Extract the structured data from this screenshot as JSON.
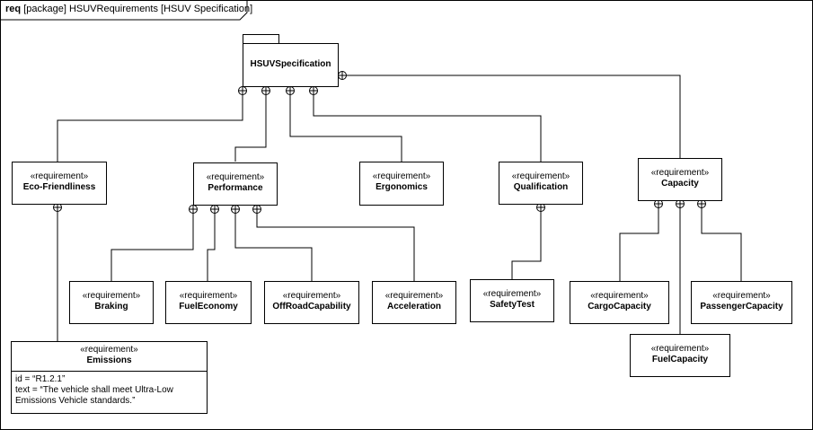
{
  "frame": {
    "keyword": "req",
    "label": "[package] HSUVRequirements [HSUV Specification]"
  },
  "stereotype": "«requirement»",
  "package": {
    "name": "HSUVSpecification"
  },
  "requirements": {
    "eco_friendliness": "Eco-Friendliness",
    "performance": "Performance",
    "ergonomics": "Ergonomics",
    "qualification": "Qualification",
    "capacity": "Capacity",
    "braking": "Braking",
    "fuel_economy": "FuelEconomy",
    "offroad_capability": "OffRoadCapability",
    "acceleration": "Acceleration",
    "safety_test": "SafetyTest",
    "cargo_capacity": "CargoCapacity",
    "passenger_capacity": "PassengerCapacity",
    "fuel_capacity": "FuelCapacity"
  },
  "emissions": {
    "name": "Emissions",
    "id_line": "id = “R1.2.1”",
    "text_line1": "text = “The vehicle shall meet Ultra-Low",
    "text_line2": "Emissions Vehicle standards.”"
  }
}
